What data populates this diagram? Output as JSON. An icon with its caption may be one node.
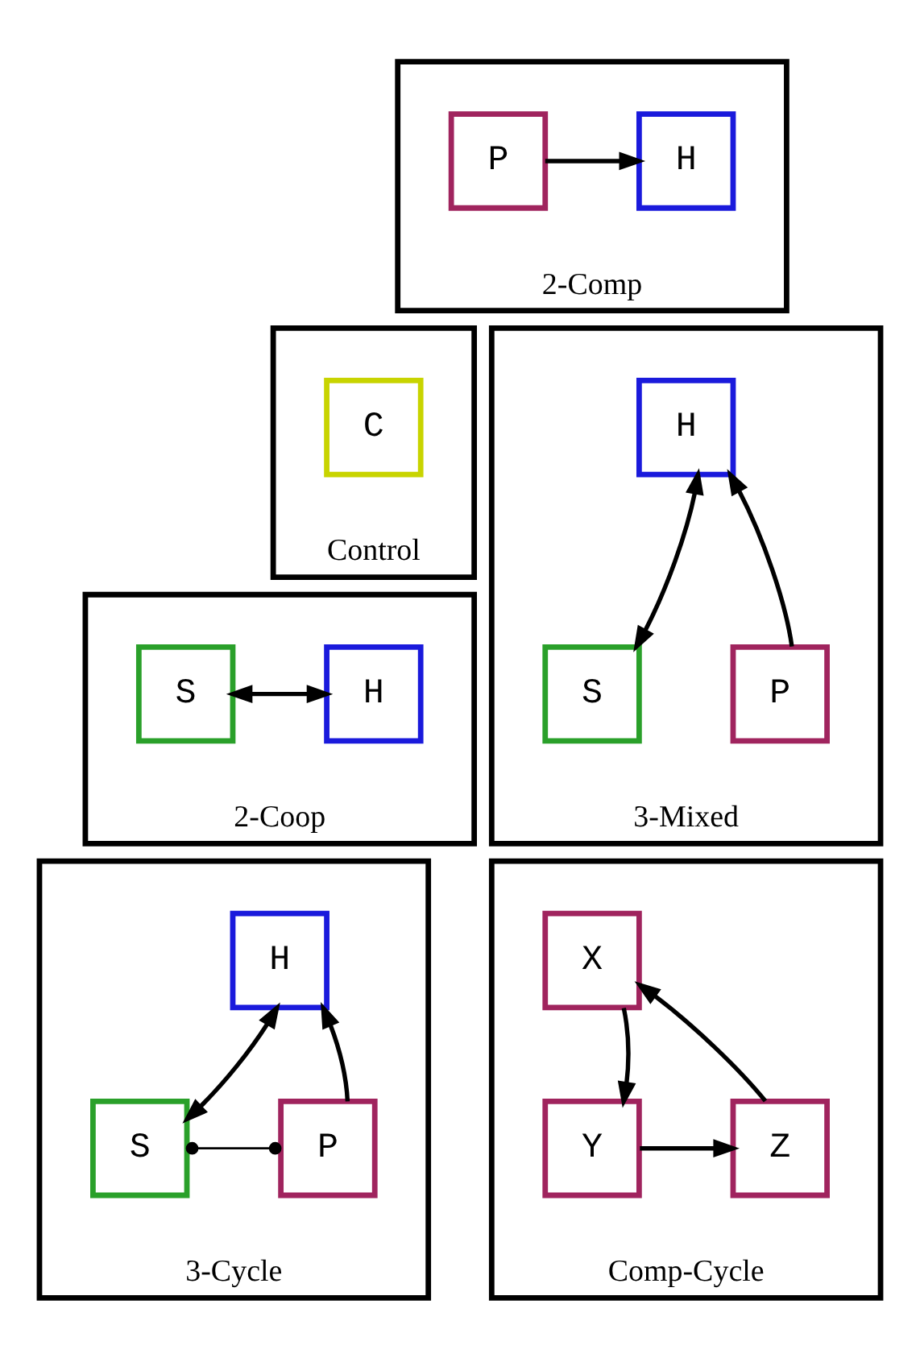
{
  "diagram": {
    "nodes": [
      {
        "text": [
          "Control"
        ]
      },
      {
        "text": [
          "C"
        ],
        "in": 0
      },
      {
        "text": [
          "2-Comp"
        ]
      },
      {
        "text": [
          "H"
        ],
        "in": 2
      },
      {
        "text": [
          "P"
        ],
        "in": 2
      },
      {
        "text": [
          "2-Coop"
        ]
      },
      {
        "text": [
          "H"
        ],
        "in": 5
      },
      {
        "text": [
          "S"
        ],
        "in": 5
      },
      {
        "text": [
          "3-Mixed"
        ]
      },
      {
        "text": [
          "H"
        ],
        "in": 8
      },
      {
        "text": [
          "S"
        ],
        "in": 8
      },
      {
        "text": [
          "P"
        ],
        "in": 8
      },
      {
        "text": [
          "3-Cycle"
        ]
      },
      {
        "text": [
          "H"
        ],
        "in": 12
      },
      {
        "text": [
          "S"
        ],
        "in": 12
      },
      {
        "text": [
          "P"
        ],
        "in": 12
      },
      {
        "text": [
          "Comp-Cycle"
        ]
      },
      {
        "text": [
          "X"
        ],
        "in": 16
      },
      {
        "text": [
          "Y"
        ],
        "in": 16
      },
      {
        "text": [
          "Z"
        ],
        "in": 16
      }
    ],
    "edges": [
      {
        "from": 4,
        "to": 3,
        "arrow": "to"
      },
      {
        "from": 6,
        "to": 7,
        "arrow": "both"
      },
      {
        "from": 10,
        "to": 9,
        "arrow": "both"
      },
      {
        "from": 11,
        "to": 9,
        "arrow": "to"
      },
      {
        "from": 14,
        "to": 13,
        "arrow": "both"
      },
      {
        "from": 15,
        "to": 13,
        "arrow": "to"
      },
      {
        "from": 14,
        "to": 15,
        "arrow": "other"
      },
      {
        "from": 17,
        "to": 18,
        "arrow": "to"
      },
      {
        "from": 19,
        "to": 17,
        "arrow": "to"
      },
      {
        "from": 18,
        "to": 19,
        "arrow": "to"
      }
    ]
  }
}
